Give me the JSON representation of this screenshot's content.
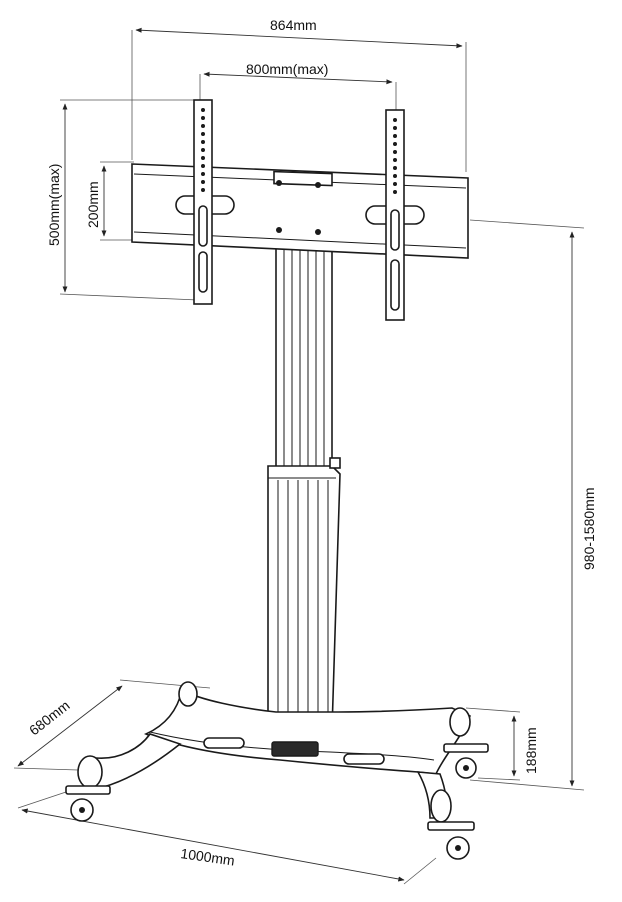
{
  "dimensions": {
    "overall_width": "864mm",
    "vesa_width_max": "800mm(max)",
    "vesa_height_max": "500mm(max)",
    "bracket_height": "200mm",
    "total_height": "980-1580mm",
    "base_height": "188mm",
    "base_depth": "680mm",
    "base_width": "1000mm"
  },
  "colors": {
    "line": "#1a1a1a",
    "fill": "#ffffff",
    "dark": "#2a2a2a"
  }
}
